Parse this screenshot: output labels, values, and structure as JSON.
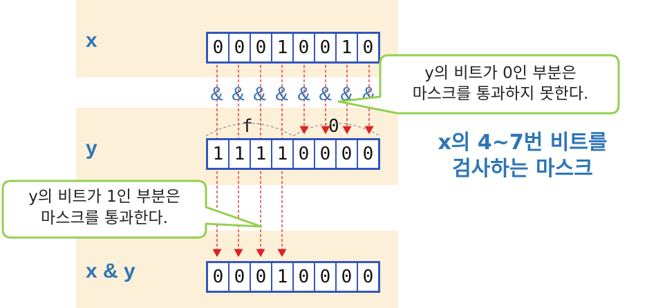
{
  "rows": {
    "x": {
      "label": "x",
      "bits": [
        "0",
        "0",
        "0",
        "1",
        "0",
        "0",
        "1",
        "0"
      ]
    },
    "y": {
      "label": "y",
      "bits": [
        "1",
        "1",
        "1",
        "1",
        "0",
        "0",
        "0",
        "0"
      ]
    },
    "result": {
      "label": "x & y",
      "bits": [
        "0",
        "0",
        "0",
        "1",
        "0",
        "0",
        "0",
        "0"
      ]
    }
  },
  "and_symbol": "&",
  "hex_digits": {
    "high": "f",
    "low": "0"
  },
  "callouts": {
    "top_right": {
      "line1": "y의 비트가 0인 부분은",
      "line2": "마스크를 통과하지 못한다."
    },
    "bottom_left": {
      "line1": "y의 비트가 1인 부분은",
      "line2": "마스크를 통과한다."
    }
  },
  "note": {
    "line1": "x의 4~7번 비트를",
    "line2": "검사하는 마스크"
  },
  "colors": {
    "band": "#fdf0d8",
    "box_border": "#3355bb",
    "label_blue": "#2e75b6",
    "arrow_red": "#e02020",
    "callout_border": "#92d050"
  }
}
